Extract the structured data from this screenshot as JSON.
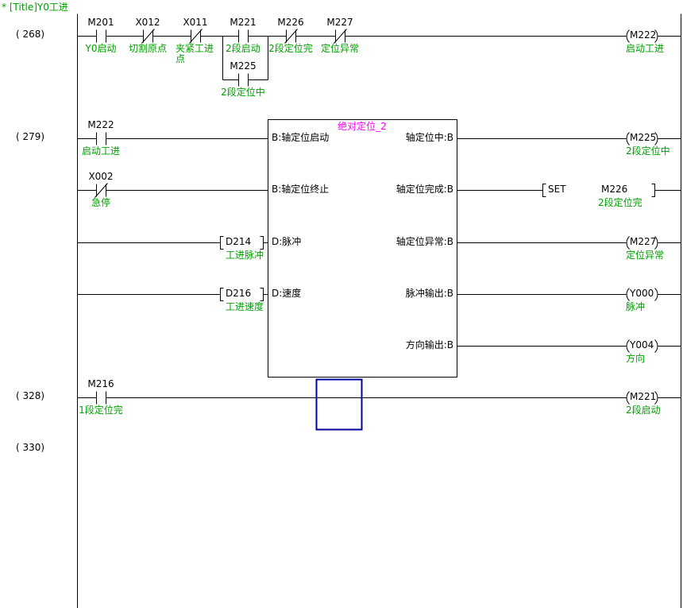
{
  "title": "* [Title]Y0工进",
  "steps": {
    "n268": "( 268)",
    "n279": "( 279)",
    "n328": "( 328)",
    "n330": "( 330)"
  },
  "contacts": {
    "m201": {
      "label": "M201",
      "comment": "Y0启动",
      "type": "NO"
    },
    "x012": {
      "label": "X012",
      "comment": "切割原点",
      "type": "NC"
    },
    "x011": {
      "label": "X011",
      "comment": "夹紧工进点",
      "type": "NC"
    },
    "m221": {
      "label": "M221",
      "comment": "2段启动",
      "type": "NO"
    },
    "m226": {
      "label": "M226",
      "comment": "2段定位完",
      "type": "NC"
    },
    "m227": {
      "label": "M227",
      "comment": "定位异常",
      "type": "NC"
    },
    "m225": {
      "label": "M225",
      "comment": "2段定位中",
      "type": "NO"
    },
    "m222": {
      "label": "M222",
      "comment": "启动工进",
      "type": "NO"
    },
    "x002": {
      "label": "X002",
      "comment": "急停",
      "type": "NC"
    },
    "m216": {
      "label": "M216",
      "comment": "1段定位完",
      "type": "NO"
    }
  },
  "coils": {
    "m222": {
      "label": "M222",
      "comment": "启动工进"
    },
    "m225": {
      "label": "M225",
      "comment": "2段定位中"
    },
    "m227": {
      "label": "M227",
      "comment": "定位异常"
    },
    "y000": {
      "label": "Y000",
      "comment": "脉冲"
    },
    "y004": {
      "label": "Y004",
      "comment": "方向"
    },
    "m221": {
      "label": "M221",
      "comment": "2段启动"
    }
  },
  "set_instruction": {
    "mnemonic": "SET",
    "operand": "M226",
    "comment": "2段定位完"
  },
  "operands": {
    "d214": {
      "label": "D214",
      "comment": "工进脉冲"
    },
    "d216": {
      "label": "D216",
      "comment": "工进速度"
    }
  },
  "function_block": {
    "title": "绝对定位_2",
    "inputs": [
      "B:轴定位启动",
      "B:轴定位终止",
      "D:脉冲",
      "D:速度"
    ],
    "outputs": [
      "轴定位中:B",
      "轴定位完成:B",
      "轴定位异常:B",
      "脉冲输出:B",
      "方向输出:B"
    ]
  },
  "colors": {
    "comment_green": "#00A000",
    "block_title_magenta": "#FF00FF",
    "cursor_blue": "#0000A0",
    "line_black": "#000000"
  }
}
